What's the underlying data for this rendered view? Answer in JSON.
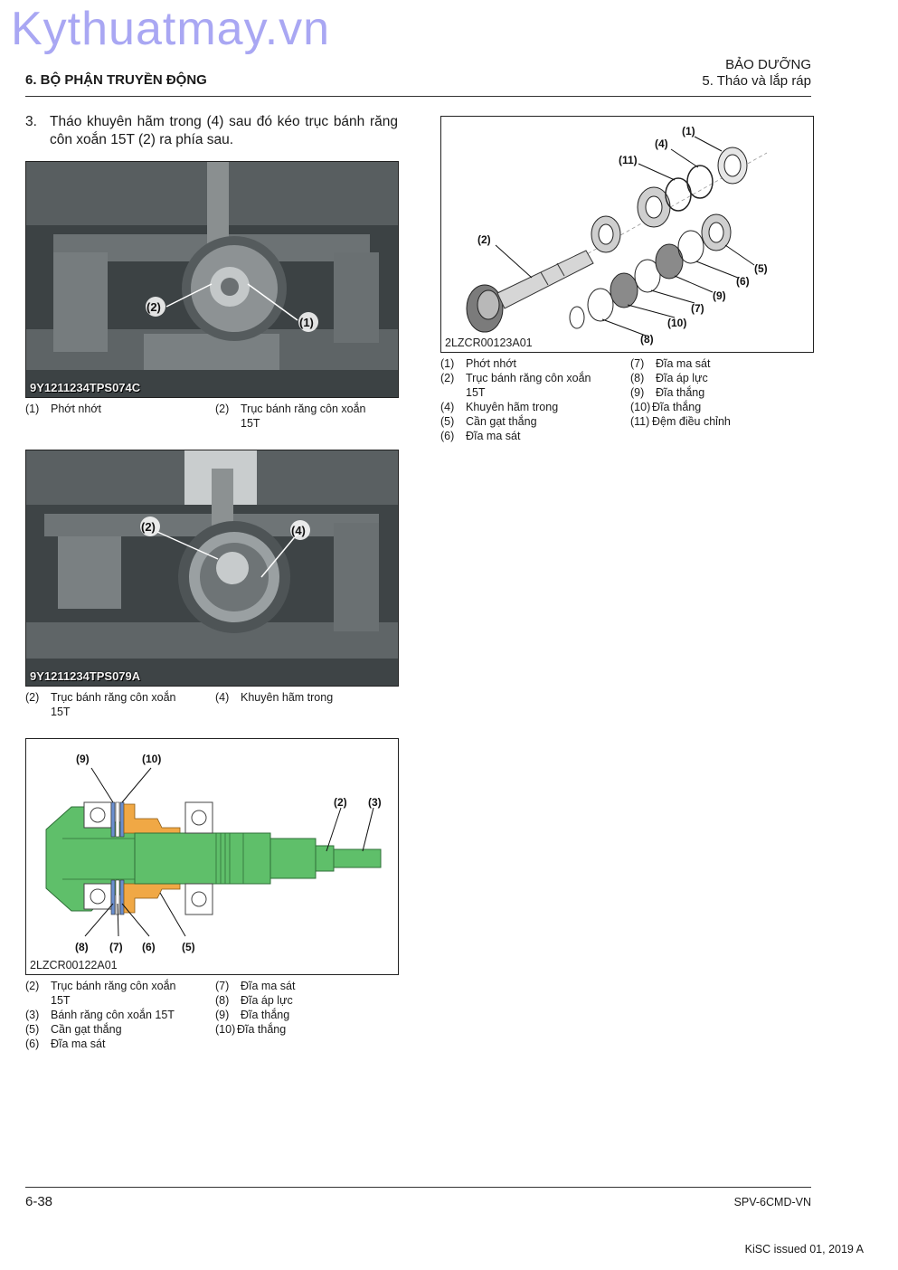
{
  "watermark": "Kythuatmay.vn",
  "header": {
    "section_right": "BẢO DƯỠNG",
    "subsection_right": "5. Tháo và lắp ráp",
    "section_left": "6. BỘ PHẬN TRUYỀN ĐỘNG"
  },
  "step": {
    "number": "3.",
    "text": "Tháo khuyên hãm trong (4) sau đó kéo trục bánh răng côn xoắn 15T (2) ra phía sau."
  },
  "fig1": {
    "code": "9Y1211234TPS074C",
    "callouts": [
      "(2)",
      "(1)"
    ],
    "captions": [
      {
        "num": "(1)",
        "text": "Phớt nhớt"
      },
      {
        "num": "(2)",
        "text": "Trục bánh răng côn xoắn",
        "text2": "15T"
      }
    ]
  },
  "fig2": {
    "code": "9Y1211234TPS079A",
    "callouts": [
      "(2)",
      "(4)"
    ],
    "captions": [
      {
        "num": "(2)",
        "text": "Trục bánh răng côn xoắn",
        "text2": "15T"
      },
      {
        "num": "(4)",
        "text": "Khuyên hãm trong"
      }
    ]
  },
  "fig3": {
    "code": "2LZCR00122A01",
    "callouts": [
      "(9)",
      "(10)",
      "(2)",
      "(3)",
      "(8)",
      "(7)",
      "(6)",
      "(5)"
    ],
    "captions_left": [
      {
        "num": "(2)",
        "text": "Trục bánh răng côn xoắn",
        "text2": "15T"
      },
      {
        "num": "(3)",
        "text": "Bánh răng côn xoắn 15T"
      },
      {
        "num": "(5)",
        "text": "Cần gạt thắng"
      },
      {
        "num": "(6)",
        "text": "Đĩa ma sát"
      }
    ],
    "captions_right": [
      {
        "num": "(7)",
        "text": "Đĩa ma sát"
      },
      {
        "num": "(8)",
        "text": "Đĩa áp lực"
      },
      {
        "num": "(9)",
        "text": "Đĩa thắng"
      },
      {
        "num": "(10)",
        "text": "Đĩa thắng"
      }
    ]
  },
  "fig4": {
    "code": "2LZCR00123A01",
    "callouts": [
      "(1)",
      "(4)",
      "(11)",
      "(2)",
      "(5)",
      "(6)",
      "(9)",
      "(7)",
      "(10)",
      "(8)"
    ],
    "captions_left": [
      {
        "num": "(1)",
        "text": "Phớt nhớt"
      },
      {
        "num": "(2)",
        "text": "Trục bánh răng côn xoắn",
        "text2": "15T"
      },
      {
        "num": "(4)",
        "text": "Khuyên hãm trong"
      },
      {
        "num": "(5)",
        "text": "Cần gạt thắng"
      },
      {
        "num": "(6)",
        "text": "Đĩa ma sát"
      }
    ],
    "captions_right": [
      {
        "num": "(7)",
        "text": "Đĩa ma sát"
      },
      {
        "num": "(8)",
        "text": "Đĩa áp lực"
      },
      {
        "num": "(9)",
        "text": "Đĩa thắng"
      },
      {
        "num": "(10)",
        "text": "Đĩa thắng"
      },
      {
        "num": "(11)",
        "text": "Đệm điều chỉnh"
      }
    ]
  },
  "footer": {
    "page": "6-38",
    "doc_code": "SPV-6CMD-VN",
    "issued": "KiSC issued 01, 2019 A"
  },
  "colors": {
    "shaft_green": "#5fbf6a",
    "lever_orange": "#f0a845",
    "disc_blue": "#6a8fd0",
    "watermark": "#a9a7f3"
  }
}
